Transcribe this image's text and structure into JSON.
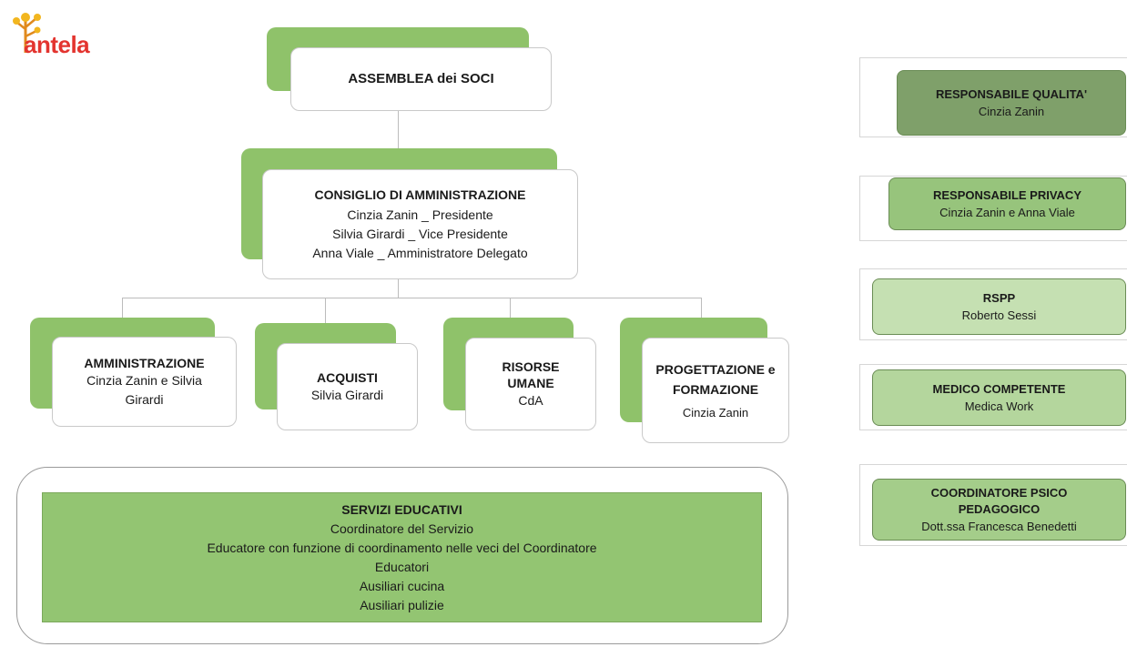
{
  "logo": {
    "text": "antela",
    "icon": "tree-icon"
  },
  "assemblea": {
    "title": "ASSEMBLEA dei SOCI"
  },
  "consiglio": {
    "title": "CONSIGLIO DI AMMINISTRAZIONE",
    "lines": [
      "Cinzia Zanin _ Presidente",
      "Silvia Girardi _ Vice Presidente",
      "Anna Viale _ Amministratore Delegato"
    ]
  },
  "departments": [
    {
      "title": "AMMINISTRAZIONE",
      "sub": "Cinzia Zanin e Silvia Girardi"
    },
    {
      "title": "ACQUISTI",
      "sub": "Silvia Girardi"
    },
    {
      "title": "RISORSE UMANE",
      "sub": "CdA"
    },
    {
      "title": "PROGETTAZIONE e FORMAZIONE",
      "sub": "Cinzia Zanin"
    }
  ],
  "servizi": {
    "title": "SERVIZI EDUCATIVI",
    "lines": [
      "Coordinatore del Servizio",
      "Educatore con funzione di coordinamento nelle veci del Coordinatore",
      "Educatori",
      "Ausiliari cucina",
      "Ausiliari pulizie"
    ]
  },
  "side_roles": [
    {
      "title": "RESPONSABILE QUALITA'",
      "sub": "Cinzia Zanin",
      "color": "#7fa06a"
    },
    {
      "title": "RESPONSABILE PRIVACY",
      "sub": "Cinzia Zanin e Anna Viale",
      "color": "#97c47c"
    },
    {
      "title": "RSPP",
      "sub": "Roberto Sessi",
      "color": "#c5e0b2"
    },
    {
      "title": "MEDICO COMPETENTE",
      "sub": "Medica Work",
      "color": "#b4d69d"
    },
    {
      "title": "COORDINATORE PSICO PEDAGOGICO",
      "sub": "Dott.ssa Francesca Benedetti",
      "color": "#a4cd8a"
    }
  ]
}
